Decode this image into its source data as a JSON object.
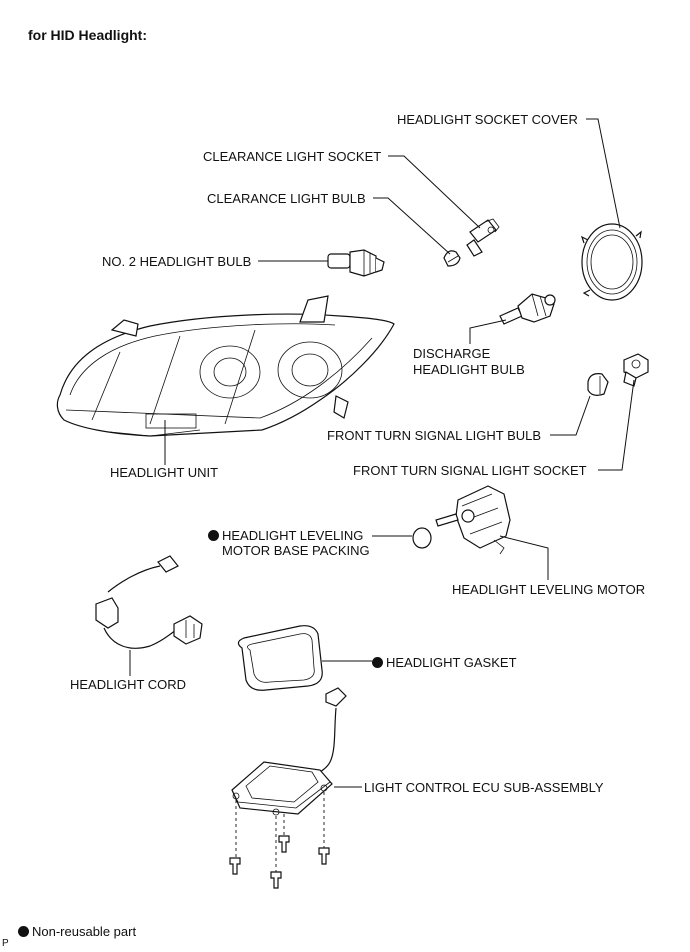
{
  "heading": "for HID Headlight:",
  "labels": {
    "headlight_socket_cover": "HEADLIGHT SOCKET COVER",
    "clearance_light_socket": "CLEARANCE LIGHT SOCKET",
    "clearance_light_bulb": "CLEARANCE LIGHT BULB",
    "no2_headlight_bulb": "NO. 2 HEADLIGHT BULB",
    "discharge_headlight_bulb_1": "DISCHARGE",
    "discharge_headlight_bulb_2": "HEADLIGHT BULB",
    "headlight_unit": "HEADLIGHT UNIT",
    "front_turn_signal_light_bulb": "FRONT TURN SIGNAL LIGHT BULB",
    "front_turn_signal_light_socket": "FRONT TURN SIGNAL LIGHT SOCKET",
    "leveling_packing_1": "HEADLIGHT LEVELING",
    "leveling_packing_2": "MOTOR BASE PACKING",
    "headlight_leveling_motor": "HEADLIGHT LEVELING MOTOR",
    "headlight_cord": "HEADLIGHT CORD",
    "headlight_gasket": "HEADLIGHT GASKET",
    "light_control_ecu": "LIGHT CONTROL ECU SUB-ASSEMBLY"
  },
  "legend": {
    "text": "Non-reusable part"
  },
  "corner_mark": "P"
}
